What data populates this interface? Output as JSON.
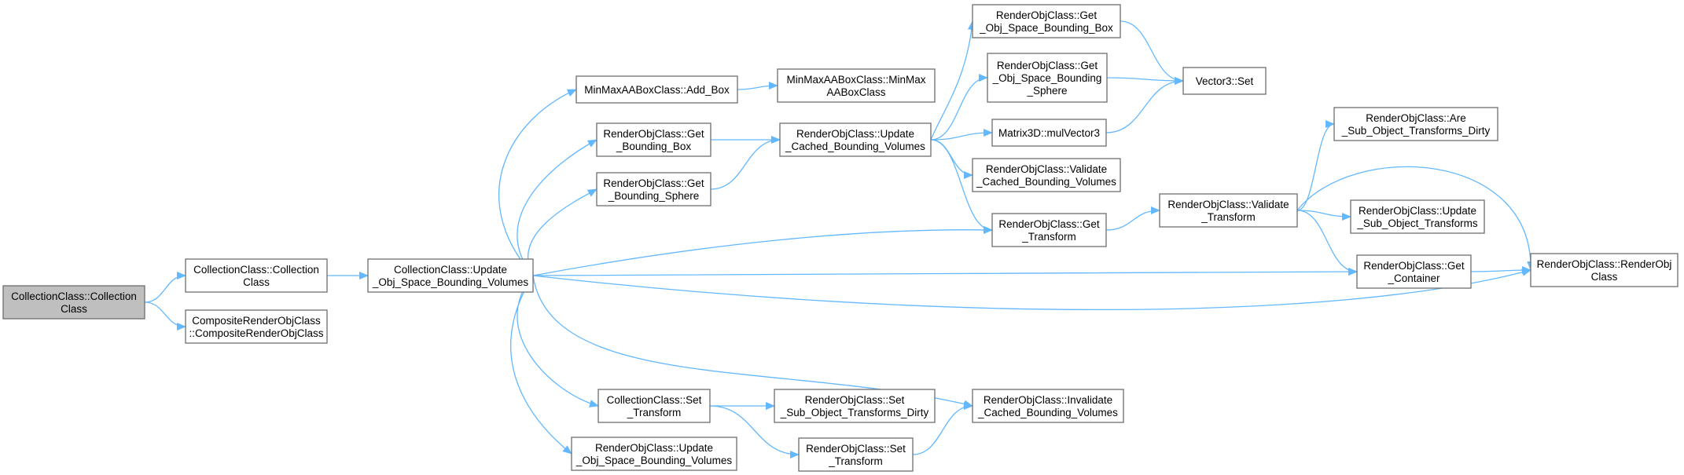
{
  "colors": {
    "edge": "#63b8ff",
    "node_fill": "#ffffff",
    "root_fill": "#bfbfbf",
    "node_border": "#6e6e6e"
  },
  "nodes": [
    {
      "id": "n_root",
      "lines": [
        "CollectionClass::Collection",
        "Class"
      ],
      "root": true
    },
    {
      "id": "n_ctor",
      "lines": [
        "CollectionClass::Collection",
        "Class"
      ]
    },
    {
      "id": "n_comp",
      "lines": [
        "CompositeRenderObjClass",
        "::CompositeRenderObjClass"
      ]
    },
    {
      "id": "n_update_obj",
      "lines": [
        "CollectionClass::Update",
        "_Obj_Space_Bounding_Volumes"
      ]
    },
    {
      "id": "n_addbox",
      "lines": [
        "MinMaxAABoxClass::Add_Box"
      ]
    },
    {
      "id": "n_minmax",
      "lines": [
        "MinMaxAABoxClass::MinMax",
        "AABoxClass"
      ]
    },
    {
      "id": "n_getbbox",
      "lines": [
        "RenderObjClass::Get",
        "_Bounding_Box"
      ]
    },
    {
      "id": "n_getbsphere",
      "lines": [
        "RenderObjClass::Get",
        "_Bounding_Sphere"
      ]
    },
    {
      "id": "n_updcached",
      "lines": [
        "RenderObjClass::Update",
        "_Cached_Bounding_Volumes"
      ]
    },
    {
      "id": "n_objbox",
      "lines": [
        "RenderObjClass::Get",
        "_Obj_Space_Bounding_Box"
      ]
    },
    {
      "id": "n_objsphere",
      "lines": [
        "RenderObjClass::Get",
        "_Obj_Space_Bounding",
        "_Sphere"
      ]
    },
    {
      "id": "n_vecset",
      "lines": [
        "Vector3::Set"
      ]
    },
    {
      "id": "n_matrix",
      "lines": [
        "Matrix3D::mulVector3"
      ]
    },
    {
      "id": "n_valcached",
      "lines": [
        "RenderObjClass::Validate",
        "_Cached_Bounding_Volumes"
      ]
    },
    {
      "id": "n_gettrans",
      "lines": [
        "RenderObjClass::Get",
        "_Transform"
      ]
    },
    {
      "id": "n_valtrans",
      "lines": [
        "RenderObjClass::Validate",
        "_Transform"
      ]
    },
    {
      "id": "n_aresub",
      "lines": [
        "RenderObjClass::Are",
        "_Sub_Object_Transforms_Dirty"
      ]
    },
    {
      "id": "n_updsub",
      "lines": [
        "RenderObjClass::Update",
        "_Sub_Object_Transforms"
      ]
    },
    {
      "id": "n_getcont",
      "lines": [
        "RenderObjClass::Get",
        "_Container"
      ]
    },
    {
      "id": "n_roctor",
      "lines": [
        "RenderObjClass::RenderObj",
        "Class"
      ]
    },
    {
      "id": "n_settrans",
      "lines": [
        "CollectionClass::Set",
        "_Transform"
      ]
    },
    {
      "id": "n_setsubdirty",
      "lines": [
        "RenderObjClass::Set",
        "_Sub_Object_Transforms_Dirty"
      ]
    },
    {
      "id": "n_rosettrans",
      "lines": [
        "RenderObjClass::Set",
        "_Transform"
      ]
    },
    {
      "id": "n_invcached",
      "lines": [
        "RenderObjClass::Invalidate",
        "_Cached_Bounding_Volumes"
      ]
    },
    {
      "id": "n_roupdobj",
      "lines": [
        "RenderObjClass::Update",
        "_Obj_Space_Bounding_Volumes"
      ]
    }
  ],
  "edges": [
    {
      "from": "n_root",
      "to": "n_ctor"
    },
    {
      "from": "n_root",
      "to": "n_comp"
    },
    {
      "from": "n_ctor",
      "to": "n_update_obj"
    },
    {
      "from": "n_update_obj",
      "to": "n_addbox"
    },
    {
      "from": "n_update_obj",
      "to": "n_getbbox"
    },
    {
      "from": "n_update_obj",
      "to": "n_getbsphere"
    },
    {
      "from": "n_update_obj",
      "to": "n_gettrans"
    },
    {
      "from": "n_update_obj",
      "to": "n_getcont"
    },
    {
      "from": "n_update_obj",
      "to": "n_roctor"
    },
    {
      "from": "n_update_obj",
      "to": "n_settrans"
    },
    {
      "from": "n_update_obj",
      "to": "n_roupdobj"
    },
    {
      "from": "n_update_obj",
      "to": "n_invcached"
    },
    {
      "from": "n_addbox",
      "to": "n_minmax"
    },
    {
      "from": "n_getbbox",
      "to": "n_updcached"
    },
    {
      "from": "n_getbsphere",
      "to": "n_updcached"
    },
    {
      "from": "n_updcached",
      "to": "n_objbox"
    },
    {
      "from": "n_updcached",
      "to": "n_objsphere"
    },
    {
      "from": "n_updcached",
      "to": "n_matrix"
    },
    {
      "from": "n_updcached",
      "to": "n_valcached"
    },
    {
      "from": "n_updcached",
      "to": "n_gettrans"
    },
    {
      "from": "n_objbox",
      "to": "n_vecset"
    },
    {
      "from": "n_objsphere",
      "to": "n_vecset"
    },
    {
      "from": "n_matrix",
      "to": "n_vecset"
    },
    {
      "from": "n_gettrans",
      "to": "n_valtrans"
    },
    {
      "from": "n_valtrans",
      "to": "n_aresub"
    },
    {
      "from": "n_valtrans",
      "to": "n_updsub"
    },
    {
      "from": "n_valtrans",
      "to": "n_getcont"
    },
    {
      "from": "n_valtrans",
      "to": "n_roctor"
    },
    {
      "from": "n_getcont",
      "to": "n_roctor"
    },
    {
      "from": "n_settrans",
      "to": "n_setsubdirty"
    },
    {
      "from": "n_settrans",
      "to": "n_rosettrans"
    },
    {
      "from": "n_rosettrans",
      "to": "n_invcached"
    }
  ]
}
